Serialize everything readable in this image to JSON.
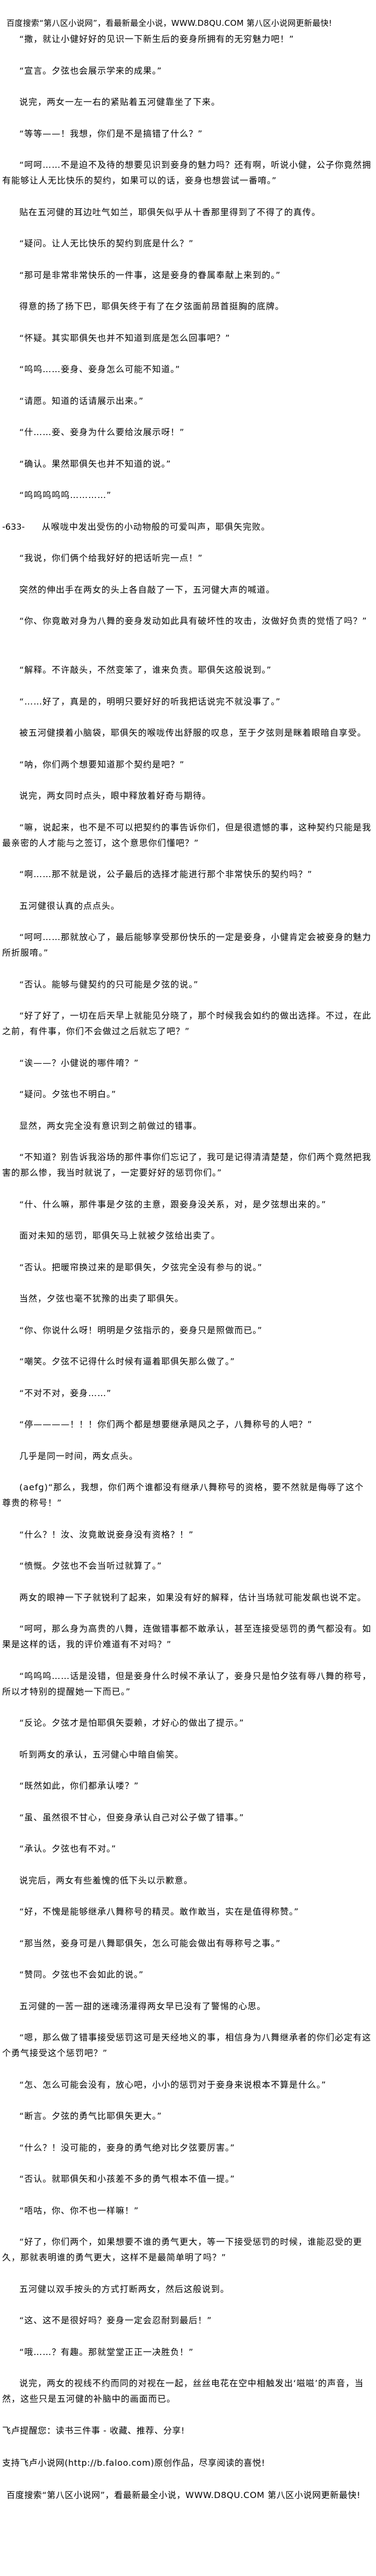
{
  "header": {
    "banner": "百度搜索“第八区小说网”，看最新最全小说，WWW.D8QU.COM  第八区小说网更新最快!"
  },
  "paragraphs": [
    "“撒，就让小健好好的见识一下新生后的妾身所拥有的无穷魅力吧！”",
    "“宣言。夕弦也会展示学来的成果。”",
    "说完，两女一左一右的紧贴着五河健靠坐了下来。",
    "“等等——！我想，你们是不是搞错了什么？”",
    "“呵呵……不是迫不及待的想要见识到妾身的魅力吗？还有啊，听说小健，公子你竟然拥有能够让人无比快乐的契约，如果可以的话，妾身也想尝试一番唷。”",
    "贴在五河健的耳边吐气如兰，耶俱矢似乎从十香那里得到了不得了的真传。",
    "“疑问。让人无比快乐的契约到底是什么？”",
    "“那可是非常非常快乐的一件事，这是妾身的眷属奉献上来到的。”",
    "得意的扬了扬下巴，耶俱矢终于有了在夕弦面前昂首挺胸的底牌。",
    "“怀疑。其实耶俱矢也并不知道到底是怎么回事吧？”",
    "“呜呜……妾身、妾身怎么可能不知道。”",
    "“请愿。知道的话请展示出来。”",
    "“什……妾、妾身为什么要给汝展示呀！”",
    "“确认。果然耶俱矢也并不知道的说。”",
    "“呜呜呜呜呜…………”",
    "从喉咙中发出受伤的小动物般的可爱叫声，耶俱矢完败。",
    "“我说，你们俩个给我好好的把话听完一点！”",
    "突然的伸出手在两女的头上各自敲了一下，五河健大声的喊道。",
    "“你、你竟敢对身为八舞的妾身发动如此具有破坏性的攻击，汝做好负责的觉悟了吗？”",
    "“解释。不许敲头，不然变笨了，谁来负责。耶俱矢这般说到。”",
    "“……好了，真是的，明明只要好好的听我把话说完不就没事了。”",
    "被五河健摸着小脑袋，耶俱矢的喉咙传出舒服的叹息，至于夕弦则是眯着眼暗自享受。",
    "“呐，你们两个想要知道那个契约是吧？”",
    "说完，两女同时点头，眼中释放着好奇与期待。",
    "“嘛，说起来，也不是不可以把契约的事告诉你们，但是很遗憾的事，这种契约只能是我最亲密的人才能与之签订，这个意思你们懂吧？”",
    "“啊……那不就是说，公子最后的选择才能进行那个非常快乐的契约吗？”",
    "五河健很认真的点点头。",
    "“呵呵……那就放心了，最后能够享受那份快乐的一定是妾身，小健肯定会被妾身的魅力所折服唷。”",
    "“否认。能够与健契约的只可能是夕弦的说。”",
    "“好了好了，一切在后天早上就能见分晓了，那个时候我会如约的做出选择。不过，在此之前，有件事，你们不会做过之后就忘了吧？”",
    "“诶——？小健说的哪件唷？”",
    "“疑问。夕弦也不明白。”",
    "显然，两女完全没有意识到之前做过的错事。",
    "“不知道？别告诉我浴场的那件事你们忘记了，我可是记得清清楚楚，你们两个竟然把我害的那么惨，我当时就说了，一定要好好的惩罚你们。”",
    "“什、什么嘛，那件事是夕弦的主意，跟妾身没关系，对，是夕弦想出来的。”",
    "面对未知的惩罚，耶俱矢马上就被夕弦给出卖了。",
    "“否认。把暖帘换过来的是耶俱矢，夕弦完全没有参与的说。”",
    "当然，夕弦也毫不犹豫的出卖了耶俱矢。",
    "“你、你说什么呀！明明是夕弦指示的，妾身只是照做而已。”",
    "“嘲笑。夕弦不记得什么时候有逼着耶俱矢那么做了。”",
    "“不对不对，妾身……”",
    "“停————！！！你们两个都是想要继承飓风之子，八舞称号的人吧？”",
    "几乎是同一时间，两女点头。",
    "(aefg)“那么，我想，你们两个谁都没有继承八舞称号的资格，要不然就是侮辱了这个尊贵的称号！”",
    "“什么？！汝、汝竟敢说妾身没有资格？！”",
    "“愤慨。夕弦也不会当听过就算了。”",
    "两女的眼神一下子就锐利了起来，如果没有好的解释，估计当场就可能发飙也说不定。",
    "“呵呵，那么身为高贵的八舞，连做错事都不敢承认，甚至连接受惩罚的勇气都没有。如果是这样的话，我的评价难道有不对吗？”",
    "“呜呜呜……话是没错，但是妾身什么时候不承认了，妾身只是怕夕弦有辱八舞的称号，所以才特别的提醒她一下而已。”",
    "“反论。夕弦才是怕耶俱矢耍赖，才好心的做出了提示。”",
    "听到两女的承认，五河健心中暗自偷笑。",
    "“既然如此，你们都承认喽？”",
    "“虽、虽然很不甘心，但妾身承认自己对公子做了错事。”",
    "“承认。夕弦也有不对。”",
    "说完后，两女有些羞愧的低下头以示歉意。",
    "“好，不愧是能够继承八舞称号的精灵。敢作敢当，实在是值得称赞。”",
    "“那当然，妾身可是八舞耶俱矢，怎么可能会做出有辱称号之事。”",
    "“赞同。夕弦也不会如此的说。”",
    "五河健的一苦一甜的迷魂汤灌得两女早已没有了警惕的心思。",
    "“嗯，那么做了错事接受惩罚这可是天经地义的事，相信身为八舞继承者的你们必定有这个勇气接受这个惩罚吧？”",
    "“怎、怎么可能会没有，放心吧，小小的惩罚对于妾身来说根本不算是什么。”",
    "“断言。夕弦的勇气比耶俱矢更大。”",
    "“什么？！没可能的，妾身的勇气绝对比夕弦要厉害。”",
    "“否认。就耶俱矢和小孩差不多的勇气根本不值一提。”",
    "“唔咕，你、你不也一样嘛！”",
    "“好了，你们两个，如果想要不谁的勇气更大，等一下接受惩罚的时候，谁能忍受的更久，那就表明谁的勇气更大，这样不是最简单明了吗？”",
    "五河健以双手按头的方式打断两女，然后这般说到。",
    "“这、这不是很好吗？妾身一定会忍耐到最后！”",
    "“哦……？有趣。那就堂堂正正一决胜负！”",
    "说完，两女的视线不约而同的对视在一起，丝丝电花在空中相触发出‘嗞嗞’的声音，当然，这些只是五河健的补脑中的画面而已。"
  ],
  "page_marker": "-633-",
  "footer": {
    "reminder": "飞卢提醒您：读书三件事 - 收藏、推荐、分享!",
    "support": "支持飞卢小说网(http://b.faloo.com)原创作品，尽享阅读的喜悦!",
    "banner": "百度搜索“第八区小说网”，看最新最全小说，WWW.D8QU.COM  第八区小说网更新最快!"
  }
}
